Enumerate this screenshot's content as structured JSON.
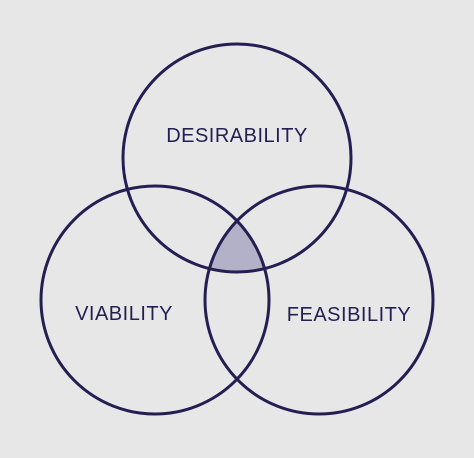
{
  "diagram": {
    "type": "venn",
    "sets": [
      {
        "id": "desirability",
        "label": "DESIRABILITY"
      },
      {
        "id": "viability",
        "label": "VIABILITY"
      },
      {
        "id": "feasibility",
        "label": "FEASIBILITY"
      }
    ],
    "highlighted_region": [
      "desirability",
      "viability",
      "feasibility"
    ]
  },
  "colors": {
    "background": "#e8e7e8",
    "stroke": "#231f52",
    "text": "#231f52",
    "highlight": "#b3b1c8"
  }
}
